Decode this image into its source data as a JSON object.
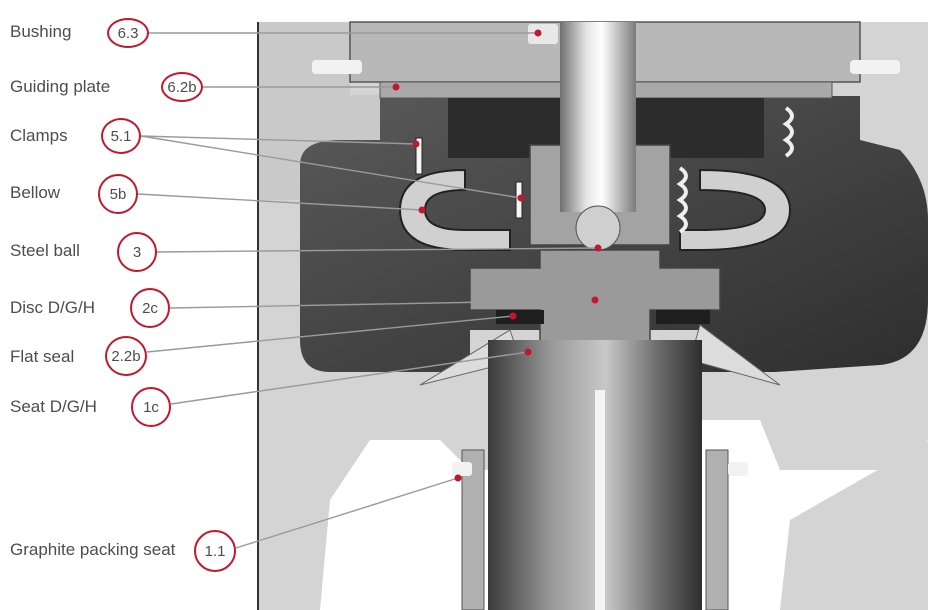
{
  "callouts": [
    {
      "label": "Bushing",
      "ref": "6.3"
    },
    {
      "label": "Guiding plate",
      "ref": "6.2b"
    },
    {
      "label": "Clamps",
      "ref": "5.1"
    },
    {
      "label": "Bellow",
      "ref": "5b"
    },
    {
      "label": "Steel ball",
      "ref": "3"
    },
    {
      "label": "Disc D/G/H",
      "ref": "2c"
    },
    {
      "label": "Flat seal",
      "ref": "2.2b"
    },
    {
      "label": "Seat D/G/H",
      "ref": "1c"
    },
    {
      "label": "Graphite packing seat",
      "ref": "1.1"
    }
  ],
  "colors": {
    "badge_border": "#c4172c",
    "marker_dot": "#c4172c",
    "label_text": "#4d4d4d",
    "leader_line": "#9a9a9a"
  }
}
